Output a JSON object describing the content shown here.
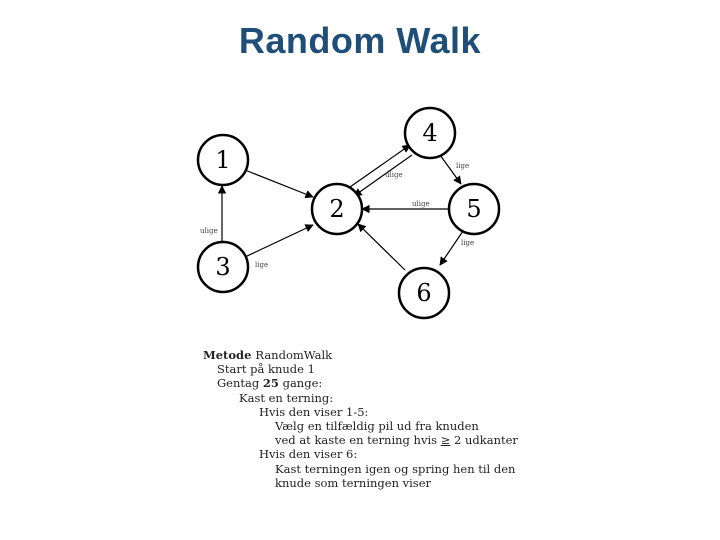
{
  "slide": {
    "title": "Random Walk"
  },
  "graph": {
    "nodes": [
      {
        "id": "1",
        "label": "1"
      },
      {
        "id": "2",
        "label": "2"
      },
      {
        "id": "3",
        "label": "3"
      },
      {
        "id": "4",
        "label": "4"
      },
      {
        "id": "5",
        "label": "5"
      },
      {
        "id": "6",
        "label": "6"
      }
    ],
    "edges": [
      {
        "from": "1",
        "to": "2",
        "label": ""
      },
      {
        "from": "3",
        "to": "1",
        "label": "ulige"
      },
      {
        "from": "3",
        "to": "2",
        "label": "lige"
      },
      {
        "from": "2",
        "to": "4",
        "label": ""
      },
      {
        "from": "4",
        "to": "2",
        "label": "ulige"
      },
      {
        "from": "4",
        "to": "5",
        "label": "lige"
      },
      {
        "from": "5",
        "to": "2",
        "label": "ulige"
      },
      {
        "from": "5",
        "to": "6",
        "label": "lige"
      },
      {
        "from": "6",
        "to": "2",
        "label": ""
      }
    ]
  },
  "algorithm": {
    "heading_keyword": "Metode",
    "heading_name": "RandomWalk",
    "start": "Start på knude 1",
    "repeat_prefix": "Gentag",
    "repeat_count": "25",
    "repeat_suffix": "gange:",
    "roll": "Kast en terning:",
    "if_1_5": "Hvis den viser 1-5:",
    "choose_1": "Vælg en tilfældig pil ud fra knuden",
    "choose_2_prefix": "ved at kaste en terning hvis",
    "choose_2_symbol": "≥",
    "choose_2_suffix": "2 udkanter",
    "if_6": "Hvis den viser 6:",
    "jump_1": "Kast terningen igen og spring hen til den",
    "jump_2": "knude som terningen viser"
  }
}
